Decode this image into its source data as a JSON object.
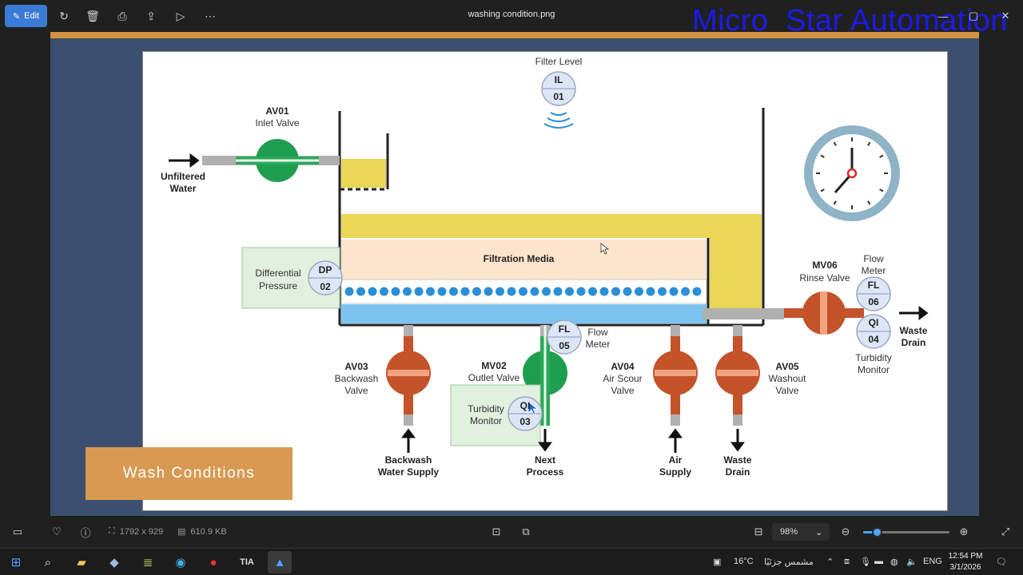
{
  "toolbar": {
    "edit_label": "Edit",
    "window_title": "washing condition.png",
    "watermark": "Micro_Star Automation"
  },
  "diagram": {
    "filter_level": {
      "caption": "Filter Level",
      "tag_top": "IL",
      "tag_bottom": "01"
    },
    "av01": {
      "id": "AV01",
      "name": "Inlet Valve"
    },
    "unfiltered_water": [
      "Unfiltered",
      "Water"
    ],
    "filtration_media": "Filtration Media",
    "differential_pressure": {
      "caption": [
        "Differential",
        "Pressure"
      ],
      "tag_top": "DP",
      "tag_bottom": "02"
    },
    "fl05": {
      "tag_top": "FL",
      "tag_bottom": "05",
      "caption": [
        "Flow",
        "Meter"
      ]
    },
    "av03": {
      "id": "AV03",
      "name": [
        "Backwash",
        "Valve"
      ]
    },
    "mv02": {
      "id": "MV02",
      "name": "Outlet Valve"
    },
    "qi03": {
      "tag_top": "QI",
      "tag_bottom": "03",
      "caption": [
        "Turbidity",
        "Monitor"
      ]
    },
    "av04": {
      "id": "AV04",
      "name": [
        "Air Scour",
        "Valve"
      ]
    },
    "av05": {
      "id": "AV05",
      "name": [
        "Washout",
        "Valve"
      ]
    },
    "mv06": {
      "id": "MV06",
      "name": "Rinse Valve"
    },
    "fl06": {
      "tag_top": "FL",
      "tag_bottom": "06",
      "caption": [
        "Flow",
        "Meter"
      ]
    },
    "qi04": {
      "tag_top": "QI",
      "tag_bottom": "04",
      "caption": [
        "Turbidity",
        "Monitor"
      ]
    },
    "waste_drain_right": [
      "Waste",
      "Drain"
    ],
    "backwash_supply": [
      "Backwash",
      "Water Supply"
    ],
    "next_process": [
      "Next",
      "Process"
    ],
    "air_supply": [
      "Air",
      "Supply"
    ],
    "waste_drain_bottom": [
      "Waste",
      "Drain"
    ],
    "banner": "Wash Conditions"
  },
  "status": {
    "dimensions": "1792 x 929",
    "file_size": "610.9 KB",
    "zoom": "98%",
    "zoom_fraction": 0.16
  },
  "taskbar": {
    "weather_temp": "16°C",
    "weather_desc": "مشمس جزئيًا",
    "language": "ENG",
    "time": "12:54 PM",
    "date": "3/1/2026"
  },
  "colors": {
    "accent": "#3a7bd5",
    "valve_orange": "#c4532a",
    "valve_green": "#1e9e4e",
    "media_yellow": "#ebd657",
    "water_blue": "#7cc4ef",
    "banner": "#d89a52"
  }
}
